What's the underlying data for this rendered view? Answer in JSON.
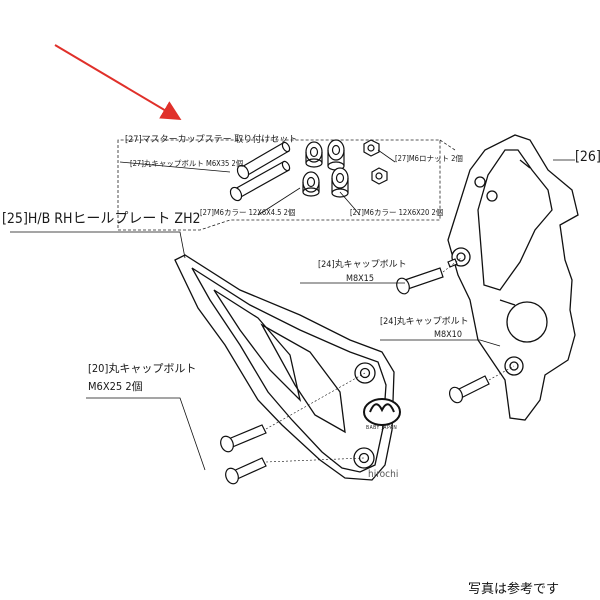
{
  "labels": {
    "kit": "[27]マスターカップステー 取り付けセット",
    "bolt_m6x35": "[27]丸キャップボルト M6X35 2個",
    "nut_m6": "[27]M6ロナット 2個",
    "collar_a": "[27]M6カラー 12X6X4.5 2個",
    "collar_b": "[27]M6カラー 12X6X20 2個",
    "plate25": "[25]H/B RHヒールプレート ZH2",
    "part26": "[26]",
    "bolt24a_name": "[24]丸キャップボルト",
    "bolt24a_size": "M8X15",
    "bolt24b_name": "[24]丸キャップボルト",
    "bolt24b_size": "M8X10",
    "bolt20_name": "[20]丸キャップボルト",
    "bolt20_size": "M6X25 2個",
    "logo_text": "BABY JAPAN",
    "watermark": "hirochi",
    "footer_note": "写真は参考です"
  },
  "colors": {
    "arrow": "#e0302a",
    "line": "#111111",
    "shade": "#cfcfcf"
  },
  "icons": {
    "logo": "brand-logo-mark"
  }
}
